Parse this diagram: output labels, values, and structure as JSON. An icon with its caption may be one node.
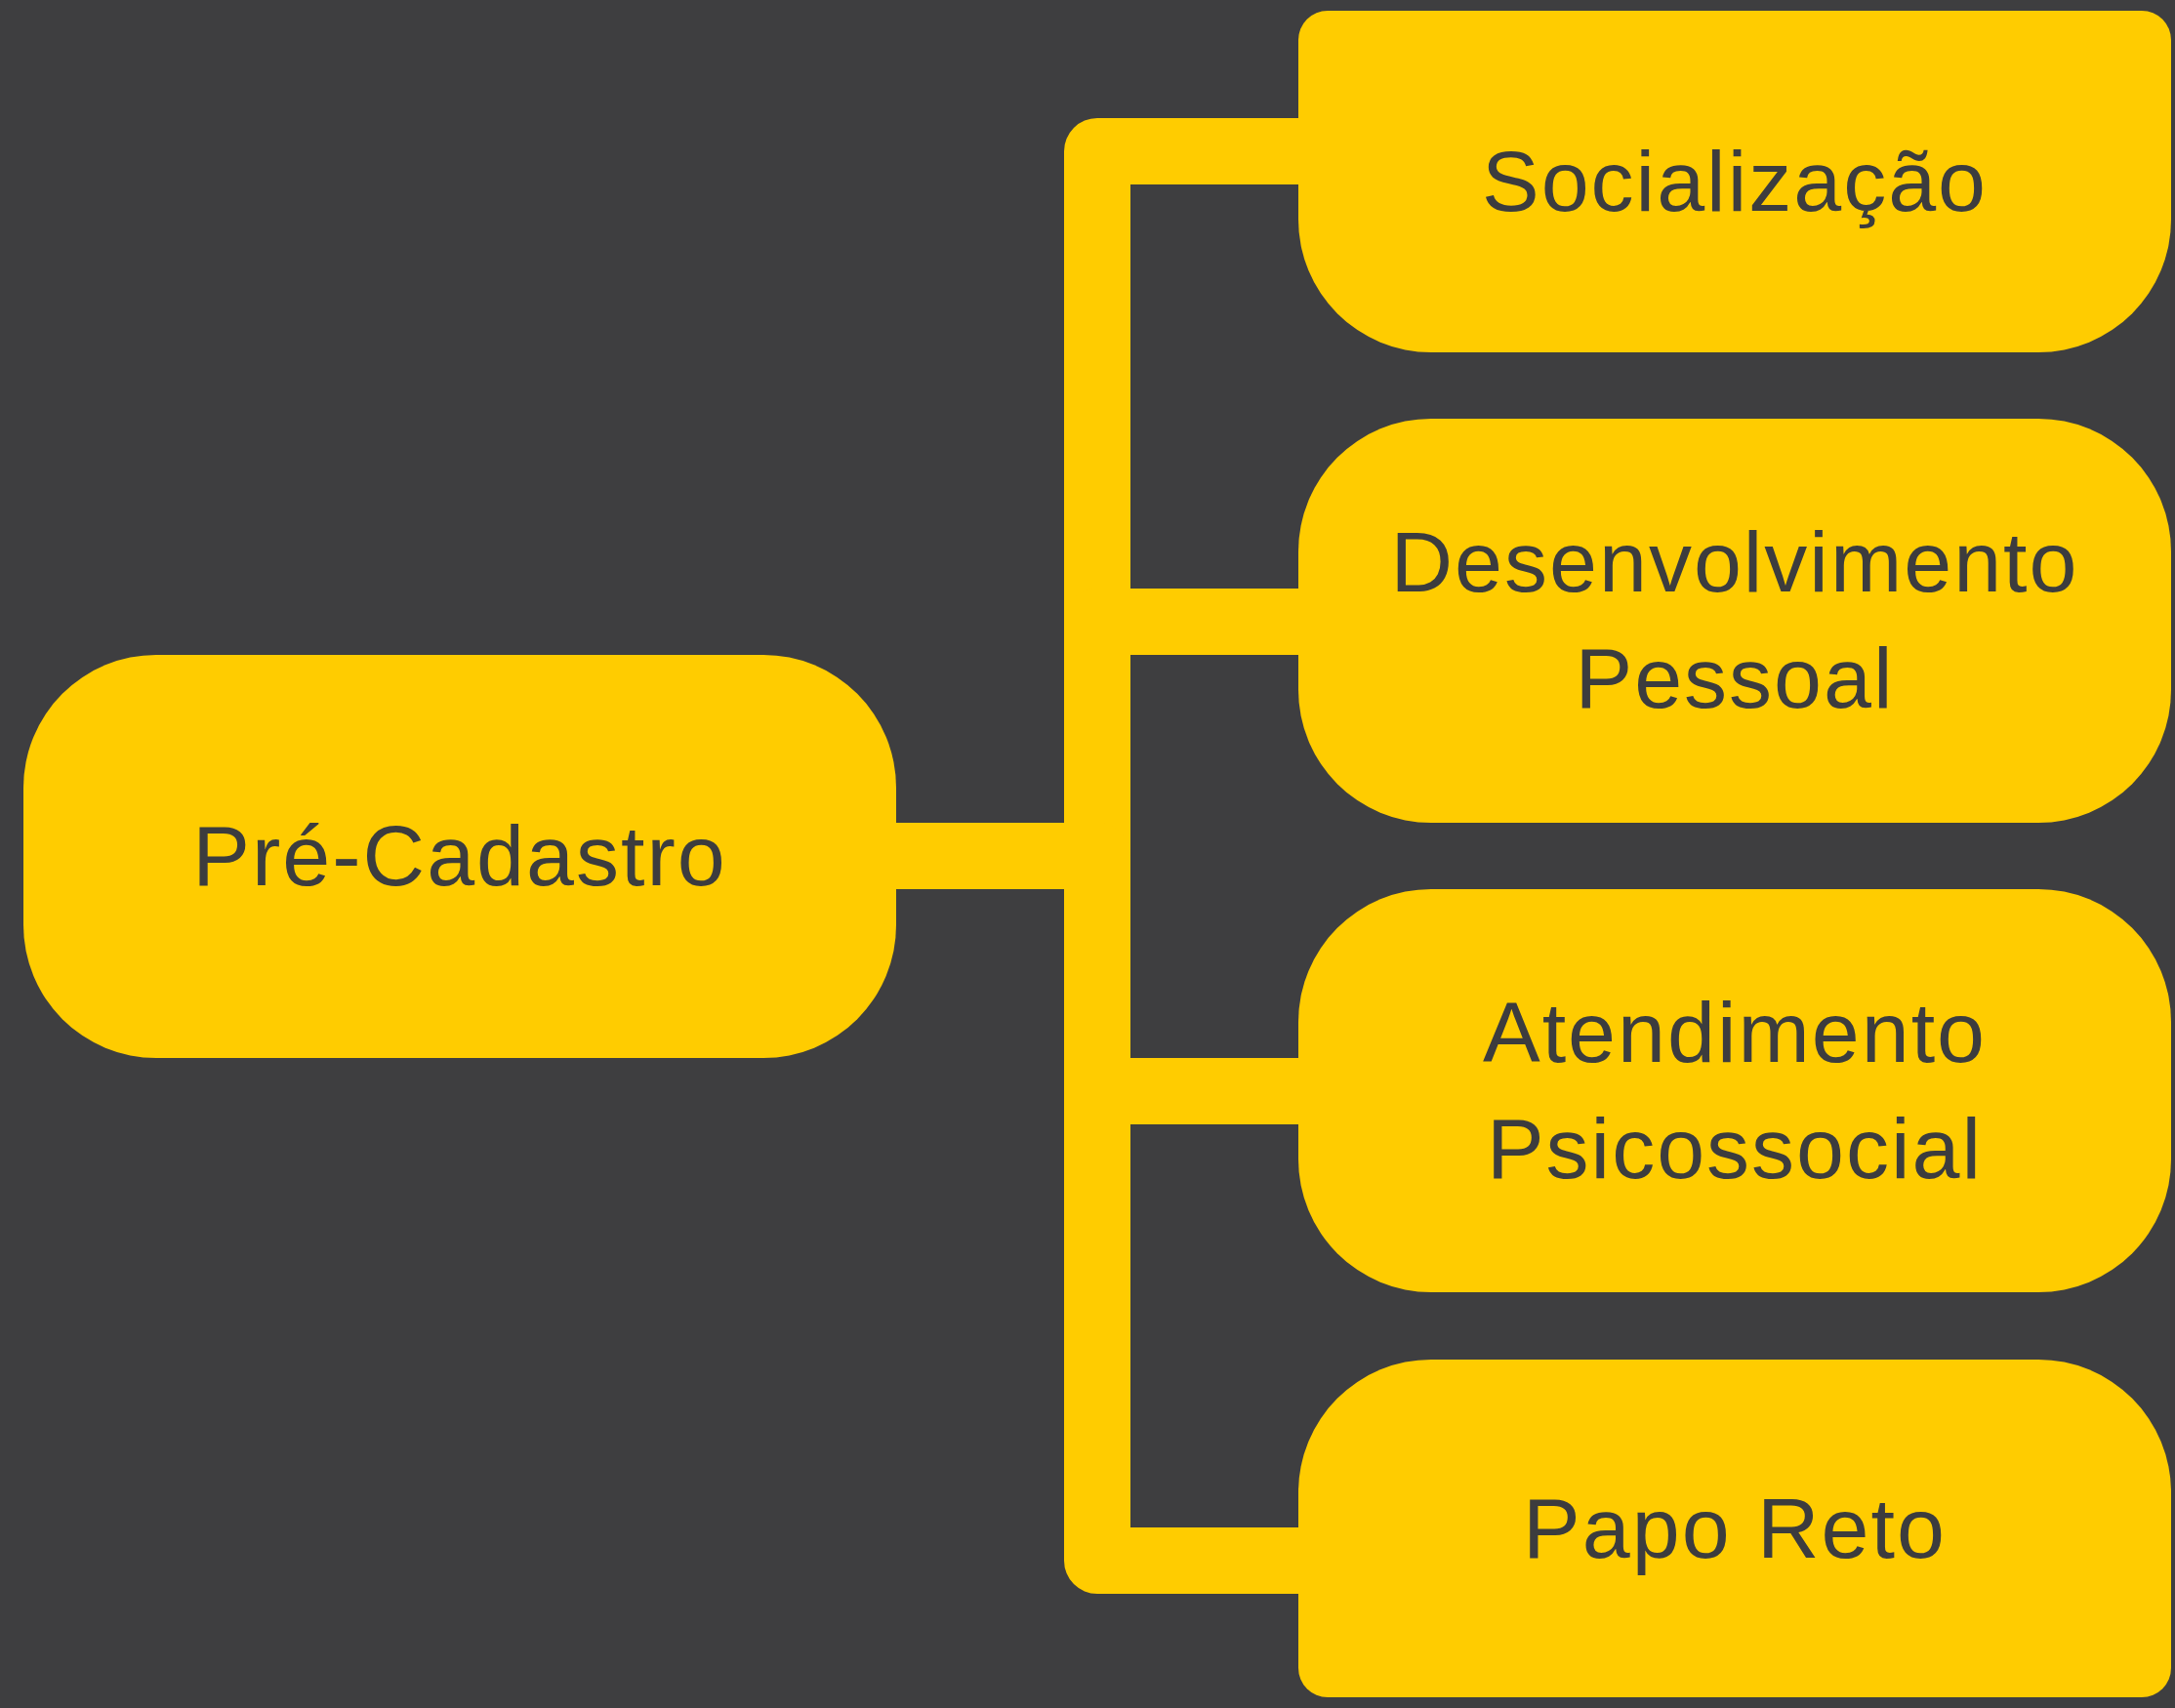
{
  "diagram": {
    "nodes": [
      {
        "text": [
          "Pré-Cadastro"
        ]
      },
      {
        "text": [
          "Socialização"
        ]
      },
      {
        "text": [
          "Desenvolvimento Pessoal"
        ]
      },
      {
        "text": [
          "Atendimento Psicossocial"
        ]
      },
      {
        "text": [
          "Papo Reto"
        ]
      }
    ],
    "edges": [
      {
        "from": 0,
        "to": 1,
        "arrow": "none"
      },
      {
        "from": 0,
        "to": 2,
        "arrow": "none"
      },
      {
        "from": 0,
        "to": 3,
        "arrow": "none"
      },
      {
        "from": 0,
        "to": 4,
        "arrow": "none"
      }
    ]
  }
}
